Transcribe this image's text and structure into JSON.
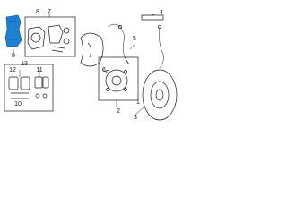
{
  "callouts": {
    "c9": "9",
    "c8": "8",
    "c7": "7",
    "c13": "13",
    "c12": "12",
    "c11": "11",
    "c10": "10",
    "c6": "6",
    "c5": "5",
    "c4": "4",
    "c3": "3",
    "c2": "2",
    "c1": "1"
  },
  "colors": {
    "highlight": "#1f7fd0",
    "line": "#1a1a1a"
  }
}
